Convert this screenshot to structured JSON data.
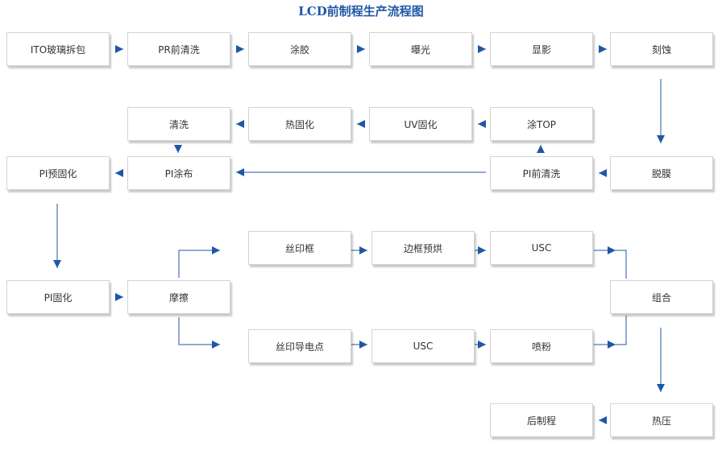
{
  "title": "LCD前制程生产流程图",
  "colors": {
    "title": "#1f57a6",
    "arrow": "#1f57a6",
    "box_border": "#d4d4d4"
  },
  "nodes": {
    "n1": "ITO玻璃拆包",
    "n2": "PR前清洗",
    "n3": "涂胶",
    "n4": "曝光",
    "n5": "显影",
    "n6": "刻蚀",
    "n7": "清洗",
    "n8": "热固化",
    "n9": "UV固化",
    "n10": "涂TOP",
    "n11": "PI预固化",
    "n12": "PI涂布",
    "n13": "PI前清洗",
    "n14": "脱膜",
    "n15": "丝印框",
    "n16": "边框预烘",
    "n17": "USC",
    "n18": "PI固化",
    "n19": "摩擦",
    "n20": "组合",
    "n21": "丝印导电点",
    "n22": "USC",
    "n23": "喷粉",
    "n24": "后制程",
    "n25": "热压"
  }
}
